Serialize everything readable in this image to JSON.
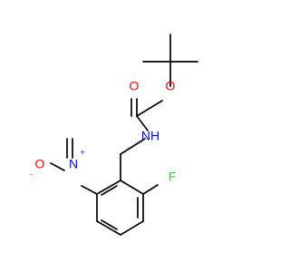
{
  "molecule": {
    "atoms": {
      "carbonyl_oxygen": "O",
      "ester_oxygen": "O",
      "amine_nitrogen": "NH",
      "nitro_nitrogen": "N",
      "nitro_oxygen": "O",
      "fluorine": "F",
      "nitrogen_charge": "+",
      "oxygen_charge": "-"
    },
    "colors": {
      "oxygen": "#ff0000",
      "nitrogen": "#0000ff",
      "fluorine": "#33cc33",
      "bond": "#000000"
    }
  }
}
